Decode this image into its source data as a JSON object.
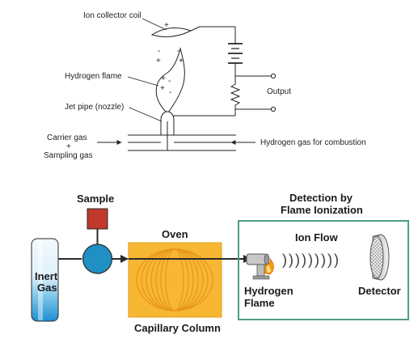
{
  "upper_schematic": {
    "labels": {
      "ion_collector_coil": "Ion collector coil",
      "hydrogen_flame": "Hydrogen flame",
      "jet_pipe": "Jet pipe (nozzle)",
      "carrier_gas": "Carrier gas",
      "plus_sign": "+",
      "sampling_gas": "Sampling gas",
      "output": "Output",
      "hydrogen_gas_for_combustion": "Hydrogen gas for combustion"
    },
    "charge_signs": [
      "+",
      "-",
      "+",
      "-",
      "+",
      "+",
      "-",
      "+",
      "-"
    ]
  },
  "lower_diagram": {
    "labels": {
      "sample": "Sample",
      "inert_gas": "Inert\nGas",
      "oven": "Oven",
      "capillary_column": "Capillary Column",
      "detection_title_line1": "Detection by",
      "detection_title_line2": "Flame Ionization",
      "ion_flow": "Ion Flow",
      "hydrogen_flame": "Hydrogen\nFlame",
      "detector": "Detector"
    },
    "ion_wave_glyphs": ")))))))))"
  },
  "colors": {
    "line": "#222222",
    "oven_fill": "#f7b733",
    "oven_coil": "#e8961e",
    "detection_box_border": "#4f9a8a",
    "sample_box": "#c0392b",
    "injector": "#1f8fc4",
    "gas_cylinder_top": "#e6f3fa",
    "gas_cylinder_bottom": "#1f9ad6"
  }
}
